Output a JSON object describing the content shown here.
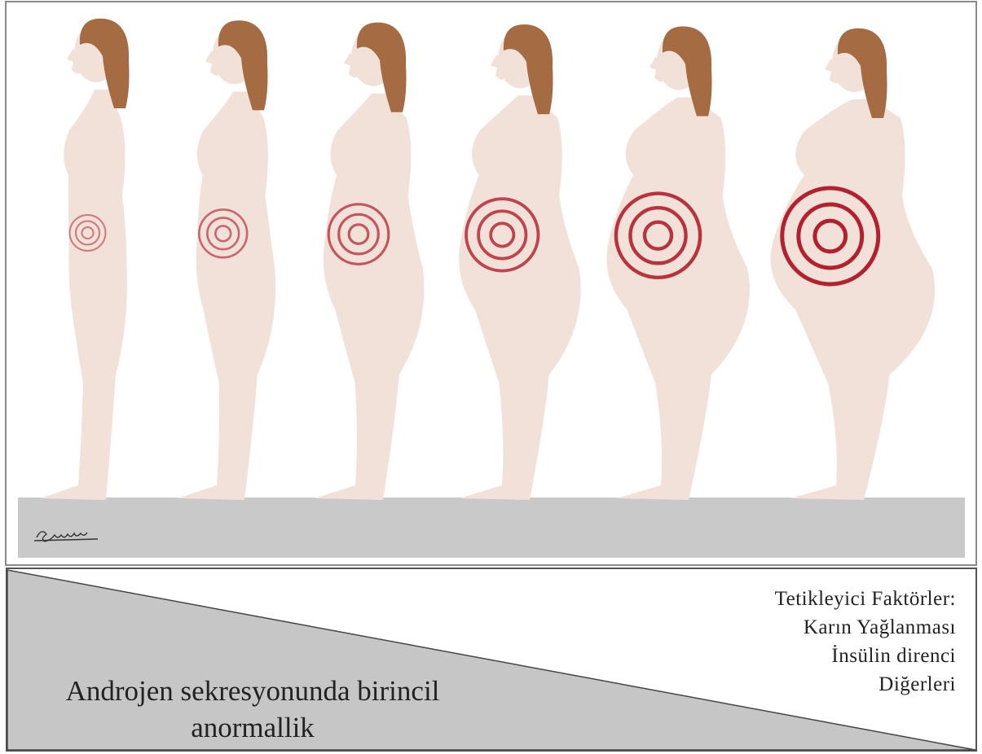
{
  "figures": [
    {
      "stage": 1,
      "level": 1
    },
    {
      "stage": 2,
      "level": 2
    },
    {
      "stage": 3,
      "level": 3
    },
    {
      "stage": 4,
      "level": 4
    },
    {
      "stage": 5,
      "level": 5
    },
    {
      "stage": 6,
      "level": 6
    }
  ],
  "colors": {
    "skin": "#f1e1d8",
    "hair": "#a56b43",
    "target": "#b3212f",
    "floor": "#c9c9c9",
    "wedge": "#c6c6c6",
    "border": "#7a7a7a"
  },
  "signature": "Cavallaro",
  "left_label": {
    "line1": "Androjen sekresyonunda birincil",
    "line2": "anormallik"
  },
  "right_label": {
    "line1": "Tetikleyici Faktörler:",
    "line2": "Karın Yağlanması",
    "line3": "İnsülin direnci",
    "line4": "Diğerleri"
  }
}
